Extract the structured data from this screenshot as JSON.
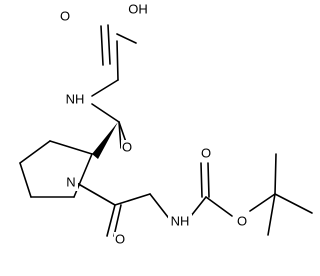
{
  "labels": {
    "oh": "OH",
    "o_acid": "O",
    "nh_glycine": "NH",
    "o_amide": "O",
    "n_ring": "N",
    "o_gly_carbonyl": "O",
    "nh_carbamate": "NH",
    "o_boc_carbonyl": "O",
    "o_boc_ester": "O"
  },
  "colors": {
    "bond": "#000000",
    "text": "#000000",
    "background": "#ffffff"
  }
}
